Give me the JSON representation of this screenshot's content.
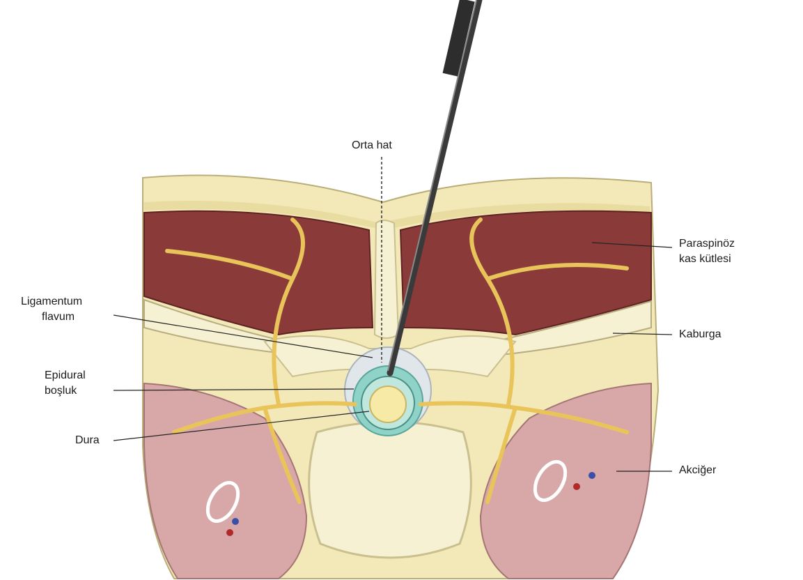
{
  "figure": {
    "labels": {
      "midline": "Orta hat",
      "paraspinous": [
        "Paraspinöz",
        "kas kütlesi"
      ],
      "ligamentum": [
        "Ligamentum",
        "flavum"
      ],
      "rib": "Kaburga",
      "epidural": [
        "Epidural",
        "boşluk"
      ],
      "dura": "Dura",
      "lung": "Akciğer"
    },
    "colors": {
      "muscle": "#8b3a3a",
      "skin": "#f3e9b8",
      "nerve": "#e8c45a",
      "bone": "#f6f1d2",
      "lung": "#d8a8a8",
      "needle": "#4a4a4a",
      "epidural": "#8fd3c8"
    },
    "icons": [
      "needle-icon"
    ]
  }
}
